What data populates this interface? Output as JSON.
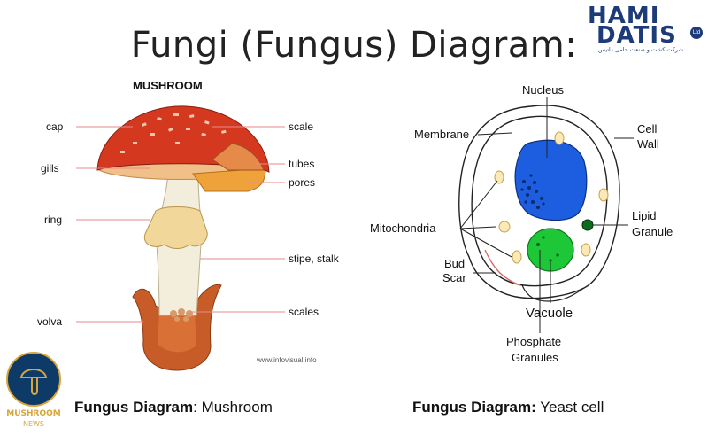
{
  "title": "Fungi (Fungus) Diagram:",
  "logo": {
    "line1": "HAMI",
    "line2": "DATIS",
    "sub": "شرکت کشت و صنعت حامی داتیس",
    "mark": "Ltd"
  },
  "mushroom": {
    "heading": "MUSHROOM",
    "labels_left": [
      "cap",
      "gills",
      "ring",
      "volva"
    ],
    "labels_right": [
      "scale",
      "tubes",
      "pores",
      "stipe, stalk",
      "scales"
    ],
    "credit": "www.infovisual.info"
  },
  "yeast": {
    "labels": [
      "Nucleus",
      "Membrane",
      "Cell",
      "Wall",
      "Mitochondria",
      "Lipid",
      "Granule",
      "Bud",
      "Scar",
      "Vacuole",
      "Phosphate",
      "Granules"
    ]
  },
  "captions": {
    "left_bold": "Fungus Diagram",
    "left_rest": ": Mushroom",
    "right_bold": "Fungus Diagram:",
    "right_rest": " Yeast cell"
  },
  "badge": {
    "line1": "MUSHROOM",
    "line2": "NEWS"
  },
  "colors": {
    "cap": "#d4391f",
    "cap_dark": "#a8220f",
    "nucleus": "#1d5ee0",
    "vacuole": "#1ec738",
    "stipe": "#f3eedc",
    "volva": "#c85c28",
    "badge_bg": "#0d3a66",
    "badge_gold": "#d8a53a"
  }
}
